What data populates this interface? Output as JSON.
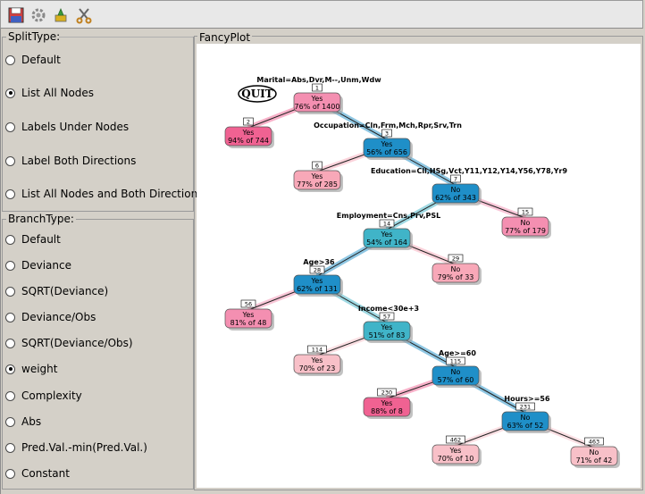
{
  "split_group": {
    "title": "SplitType:",
    "options": [
      {
        "label": "Default",
        "selected": false
      },
      {
        "label": "List All Nodes",
        "selected": true
      },
      {
        "label": "Labels Under Nodes",
        "selected": false
      },
      {
        "label": "Label Both Directions",
        "selected": false
      },
      {
        "label": "List All Nodes and Both Directions",
        "selected": false
      }
    ]
  },
  "branch_group": {
    "title": "BranchType:",
    "options": [
      {
        "label": "Default",
        "selected": false
      },
      {
        "label": "Deviance",
        "selected": false
      },
      {
        "label": "SQRT(Deviance)",
        "selected": false
      },
      {
        "label": "Deviance/Obs",
        "selected": false
      },
      {
        "label": "SQRT(Deviance/Obs)",
        "selected": false
      },
      {
        "label": "weight",
        "selected": true
      },
      {
        "label": "Complexity",
        "selected": false
      },
      {
        "label": "Abs",
        "selected": false
      },
      {
        "label": "Pred.Val.-min(Pred.Val.)",
        "selected": false
      },
      {
        "label": "Constant",
        "selected": false
      }
    ]
  },
  "plot": {
    "title": "FancyPlot",
    "quit_label": "QUIT",
    "nodes": [
      {
        "id": "1",
        "class": "Yes",
        "stat": "76% of 1400",
        "split": "Marital=Abs,Dvr,M--,Unm,Wdw",
        "color": "#f48fb1"
      },
      {
        "id": "2",
        "class": "Yes",
        "stat": "94% of 744",
        "split": "",
        "color": "#f06292"
      },
      {
        "id": "3",
        "class": "Yes",
        "stat": "56% of 656",
        "split": "Occupation=Cln,Frm,Mch,Rpr,Srv,Trn",
        "color": "#1f8fc8"
      },
      {
        "id": "6",
        "class": "Yes",
        "stat": "77% of 285",
        "split": "",
        "color": "#f8a8b8"
      },
      {
        "id": "7",
        "class": "No",
        "stat": "62% of 343",
        "split": "Education=Cll,HSg,Vct,Y11,Y12,Y14,Y56,Y78,Yr9",
        "color": "#1f8fc8"
      },
      {
        "id": "14",
        "class": "Yes",
        "stat": "54% of 164",
        "split": "Employment=Cns,Prv,PSL",
        "color": "#40b4c8"
      },
      {
        "id": "15",
        "class": "No",
        "stat": "77% of 179",
        "split": "",
        "color": "#f48fb1"
      },
      {
        "id": "28",
        "class": "Yes",
        "stat": "62% of 131",
        "split": "Age>36",
        "color": "#1f8fc8"
      },
      {
        "id": "29",
        "class": "No",
        "stat": "79% of 33",
        "split": "",
        "color": "#f8a8b8"
      },
      {
        "id": "56",
        "class": "Yes",
        "stat": "81% of 48",
        "split": "",
        "color": "#f48fb1"
      },
      {
        "id": "57",
        "class": "Yes",
        "stat": "51% of 83",
        "split": "Income<30e+3",
        "color": "#40b4c8"
      },
      {
        "id": "114",
        "class": "Yes",
        "stat": "70% of 23",
        "split": "",
        "color": "#f8c0c8"
      },
      {
        "id": "115",
        "class": "No",
        "stat": "57% of 60",
        "split": "Age>=60",
        "color": "#1f8fc8"
      },
      {
        "id": "230",
        "class": "Yes",
        "stat": "88% of 8",
        "split": "",
        "color": "#f06292"
      },
      {
        "id": "231",
        "class": "No",
        "stat": "63% of 52",
        "split": "Hours>=56",
        "color": "#1f8fc8"
      },
      {
        "id": "462",
        "class": "Yes",
        "stat": "70% of 10",
        "split": "",
        "color": "#f8c0c8"
      },
      {
        "id": "463",
        "class": "No",
        "stat": "71% of 42",
        "split": "",
        "color": "#f8c0c8"
      }
    ]
  }
}
